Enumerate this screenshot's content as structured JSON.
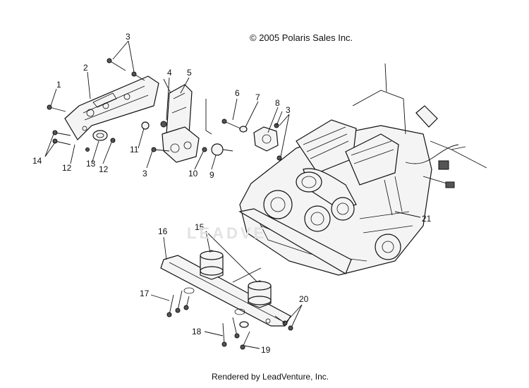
{
  "copyright": "© 2005 Polaris Sales Inc.",
  "footer": "Rendered by LeadVenture, Inc.",
  "watermark": "LEADVE",
  "callouts": [
    "1",
    "2",
    "3",
    "3",
    "3",
    "4",
    "5",
    "6",
    "7",
    "8",
    "9",
    "10",
    "11",
    "12",
    "12",
    "13",
    "14",
    "15",
    "16",
    "17",
    "18",
    "19",
    "20",
    "21"
  ]
}
